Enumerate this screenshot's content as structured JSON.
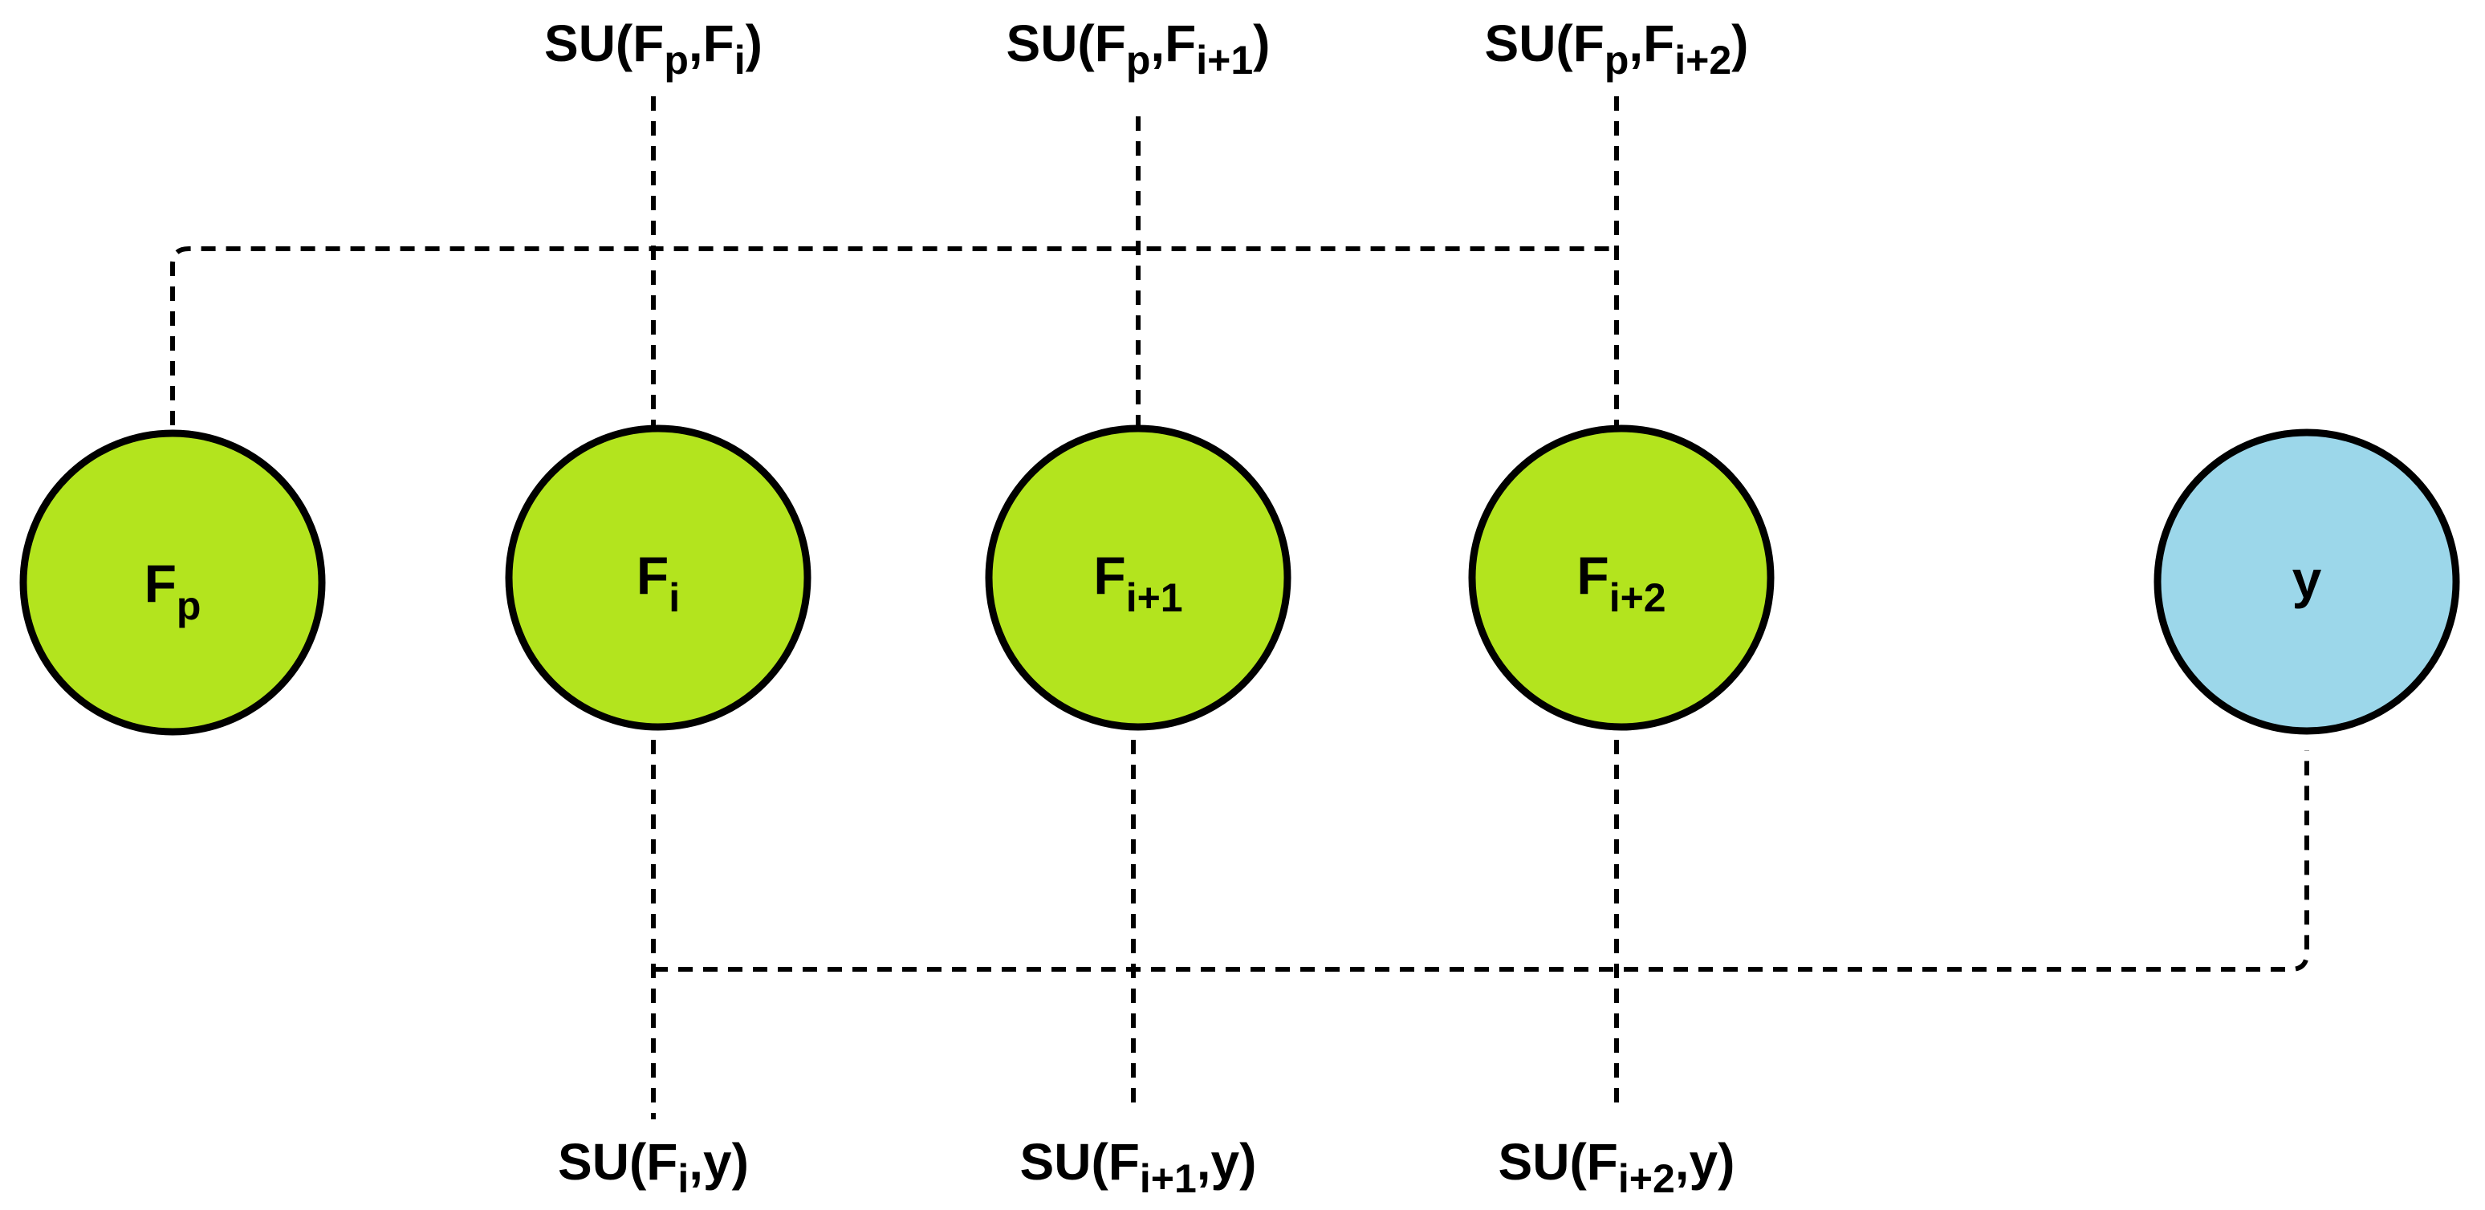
{
  "colors": {
    "feature": "#b3e41e",
    "target": "#9cd7ea",
    "stroke": "#000000",
    "background": "#ffffff"
  },
  "nodes": {
    "fp": {
      "base": "F",
      "sub": "p"
    },
    "fi": {
      "base": "F",
      "sub": "i"
    },
    "fi1": {
      "base": "F",
      "sub": "i+1"
    },
    "fi2": {
      "base": "F",
      "sub": "i+2"
    },
    "y": {
      "label": "y"
    }
  },
  "su_top": [
    {
      "pre": "SU(F",
      "sub1": "p",
      "mid": ",F",
      "sub2": "i",
      "post": ")"
    },
    {
      "pre": "SU(F",
      "sub1": "p",
      "mid": ",F",
      "sub2": "i+1",
      "post": ")"
    },
    {
      "pre": "SU(F",
      "sub1": "p",
      "mid": ",F",
      "sub2": "i+2",
      "post": ")"
    }
  ],
  "su_bottom": [
    {
      "pre": "SU(F",
      "sub": "i",
      "post": ",y)"
    },
    {
      "pre": "SU(F",
      "sub": "i+1",
      "post": ",y)"
    },
    {
      "pre": "SU(F",
      "sub": "i+2",
      "post": ",y)"
    }
  ]
}
